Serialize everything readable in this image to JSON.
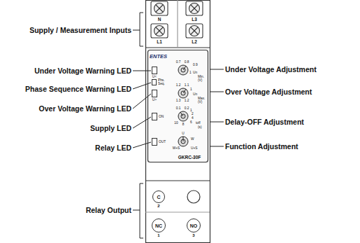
{
  "diagram": {
    "nodes": [
      {
        "text": [
          "C",
          "2"
        ]
      },
      {
        "text": [
          "NC",
          "1"
        ]
      },
      {
        "text": [
          "NO",
          "3"
        ]
      }
    ],
    "labels": [
      "Supply / Measurement Inputs",
      "Under Voltage Warning LED",
      "Phase Sequence Warning LED",
      "Over Voltage Warning LED",
      "Supply LED",
      "Relay LED",
      "Relay Output",
      "Under Voltage Adjustment",
      "Over Voltage Adjustment",
      "Delay-OFF Adjustment",
      "Function Adjustment",
      "N",
      "L3",
      "L1",
      "L2",
      "ENTES",
      "0.7",
      "0.8",
      "0.9",
      "1",
      "Un",
      "Min. (V)",
      "U<",
      "Phs. Seq.",
      "1.2",
      "1.1",
      "1",
      "Un",
      "Max. (V)",
      "U>",
      "1.3",
      "1.2",
      "0.1",
      "0.2",
      "1",
      "2",
      "4",
      "6",
      "8",
      "10",
      "toff",
      "(s)",
      "ON",
      "U",
      "W",
      "W+S",
      "U+S",
      "OUT",
      "GKRC-30F"
    ]
  }
}
